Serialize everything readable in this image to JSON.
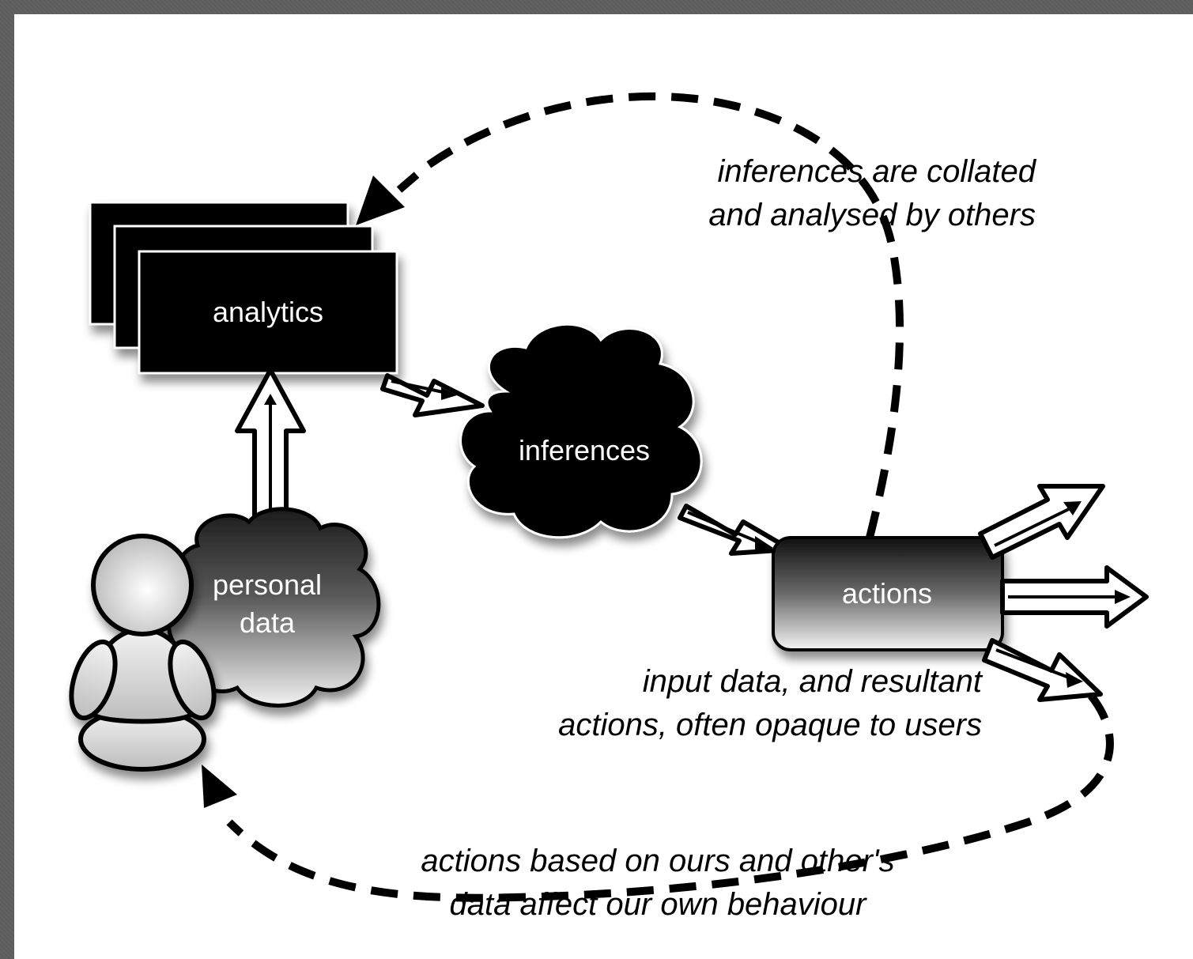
{
  "nodes": {
    "analytics": "analytics",
    "inferences": "inferences",
    "personal_data_line1": "personal",
    "personal_data_line2": "data",
    "actions": "actions"
  },
  "annotations": {
    "top_right_line1": "inferences are collated",
    "top_right_line2": "and analysed by others",
    "middle_right_line1": "input data, and resultant",
    "middle_right_line2": "actions, often opaque to users",
    "bottom_line1": "actions based on ours and other's",
    "bottom_line2": "data affect our own behaviour"
  }
}
